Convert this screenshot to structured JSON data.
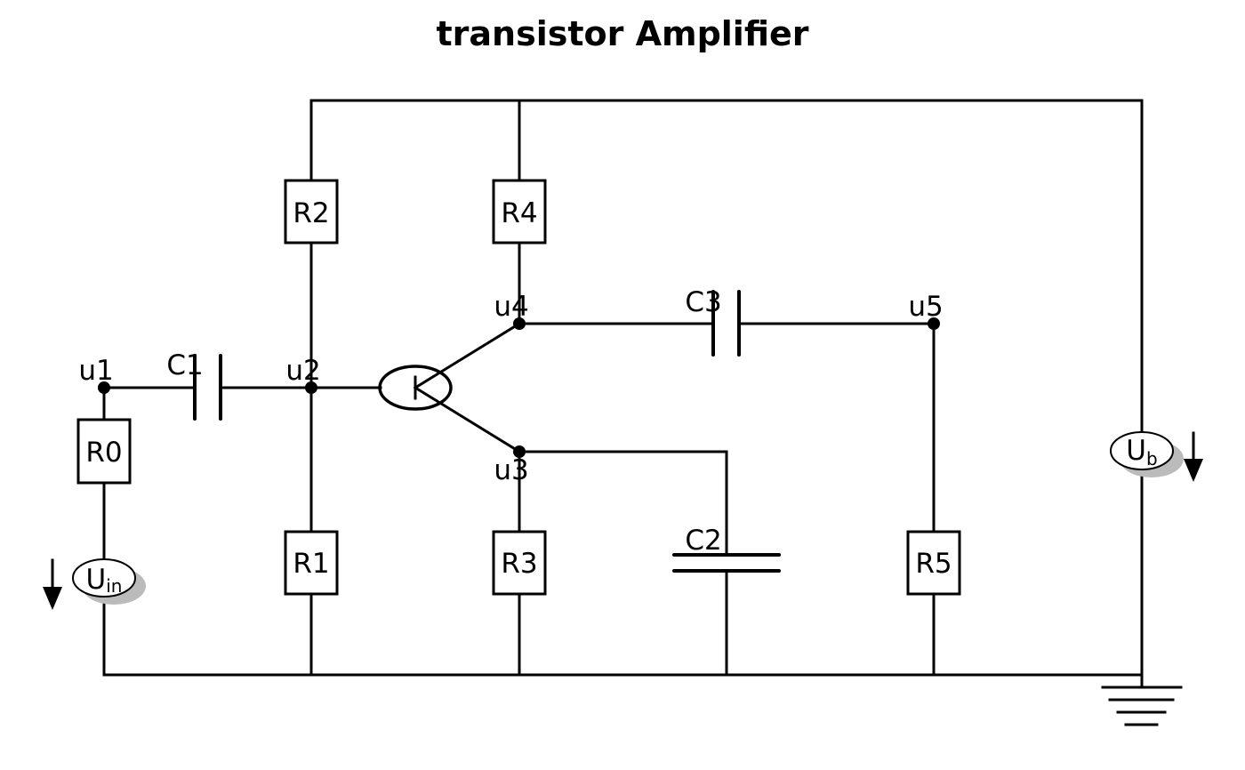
{
  "title": "transistor Amplifier",
  "colors": {
    "line": "#000000",
    "background": "#ffffff",
    "shadow": "#bbbbbb"
  },
  "components": {
    "resistors": [
      {
        "id": "R0",
        "label": "R0"
      },
      {
        "id": "R1",
        "label": "R1"
      },
      {
        "id": "R2",
        "label": "R2"
      },
      {
        "id": "R3",
        "label": "R3"
      },
      {
        "id": "R4",
        "label": "R4"
      },
      {
        "id": "R5",
        "label": "R5"
      }
    ],
    "capacitors": [
      {
        "id": "C1",
        "label": "C1"
      },
      {
        "id": "C2",
        "label": "C2"
      },
      {
        "id": "C3",
        "label": "C3"
      }
    ],
    "transistor": {
      "id": "T1",
      "type": "bipolar"
    },
    "sources": [
      {
        "id": "Uin",
        "base": "U",
        "sub": "in"
      },
      {
        "id": "Ub",
        "base": "U",
        "sub": "b"
      }
    ],
    "ground": {
      "id": "GND"
    }
  },
  "nodes": [
    {
      "id": "u1",
      "label": "u1"
    },
    {
      "id": "u2",
      "label": "u2"
    },
    {
      "id": "u3",
      "label": "u3"
    },
    {
      "id": "u4",
      "label": "u4"
    },
    {
      "id": "u5",
      "label": "u5"
    }
  ]
}
